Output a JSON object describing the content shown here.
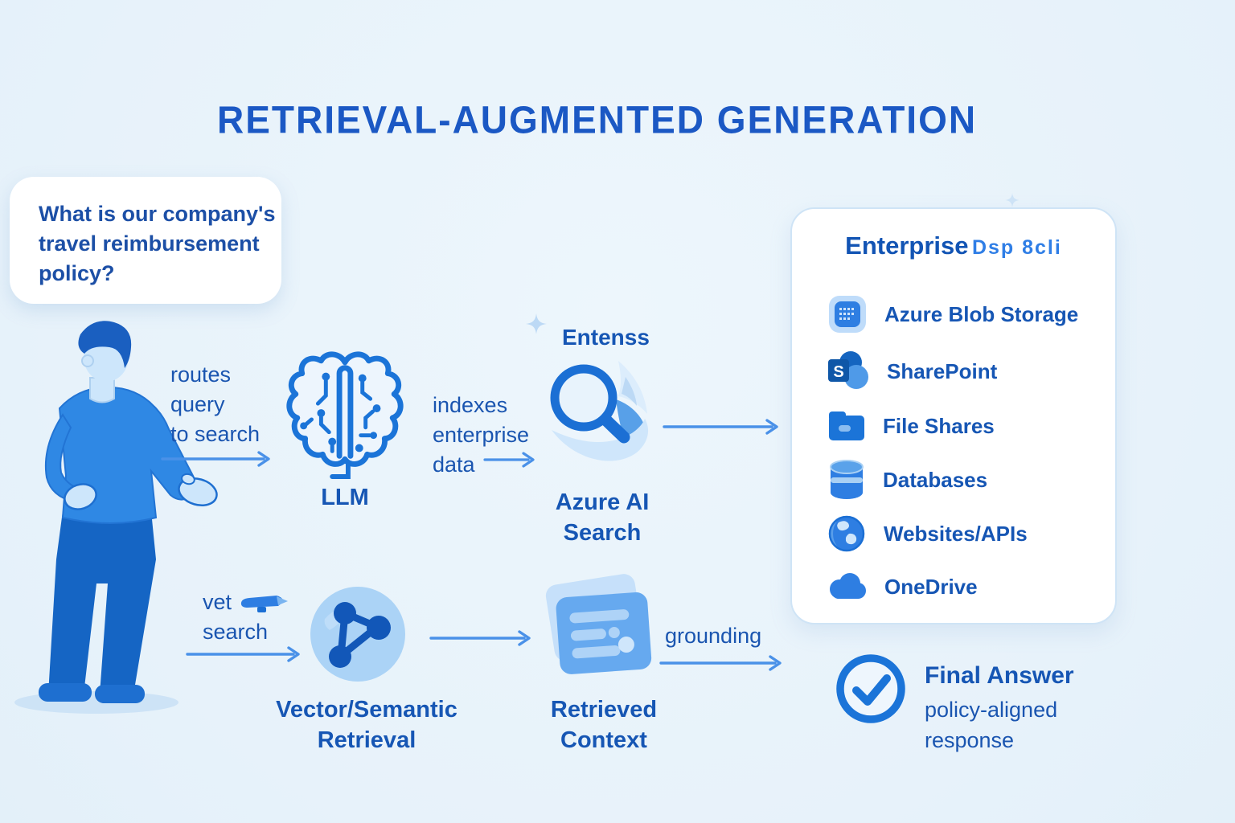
{
  "title": "RETRIEVAL-AUGMENTED GENERATION",
  "speech_bubble": {
    "lines": [
      "What is our company's",
      "travel reimbursement",
      "policy?"
    ]
  },
  "top_flow": {
    "routes_lines": [
      "routes",
      "query",
      "to search"
    ],
    "llm_label": "LLM",
    "indexes_lines": [
      "indexes",
      "enterprise",
      "data"
    ],
    "search_caption": "Entenss",
    "search_lines": [
      "Azure AI",
      "Search"
    ]
  },
  "enterprise_panel": {
    "title": "Enterprise",
    "title_suffix": "Dsp 8cli",
    "items": [
      {
        "icon": "azure-blob-storage-icon",
        "label": "Azure Blob Storage"
      },
      {
        "icon": "sharepoint-icon",
        "label": "SharePoint"
      },
      {
        "icon": "file-shares-folder-icon",
        "label": "File Shares"
      },
      {
        "icon": "database-cylinder-icon",
        "label": "Databases"
      },
      {
        "icon": "globe-icon",
        "label": "Websites/APIs"
      },
      {
        "icon": "onedrive-cloud-icon",
        "label": "OneDrive"
      }
    ]
  },
  "bottom_flow": {
    "vet_line1": "vet",
    "vet_line2": "search",
    "vector_lines": [
      "Vector/Semantic",
      "Retrieval"
    ],
    "retrieved_lines": [
      "Retrieved",
      "Context"
    ],
    "grounding_label": "grounding",
    "final_title": "Final Answer",
    "final_lines": [
      "policy-aligned",
      "response"
    ]
  },
  "colors": {
    "background": "#e8f3fa",
    "title_blue": "#1b58c4",
    "text_blue": "#1a55b0",
    "bold_blue": "#1656b4",
    "suffix_blue": "#2f7ee6",
    "arrow_blue": "#4a91e8",
    "icon_blue": "#1b74d8",
    "mid_blue": "#2f88e4",
    "light_blue": "#cde6fb"
  }
}
